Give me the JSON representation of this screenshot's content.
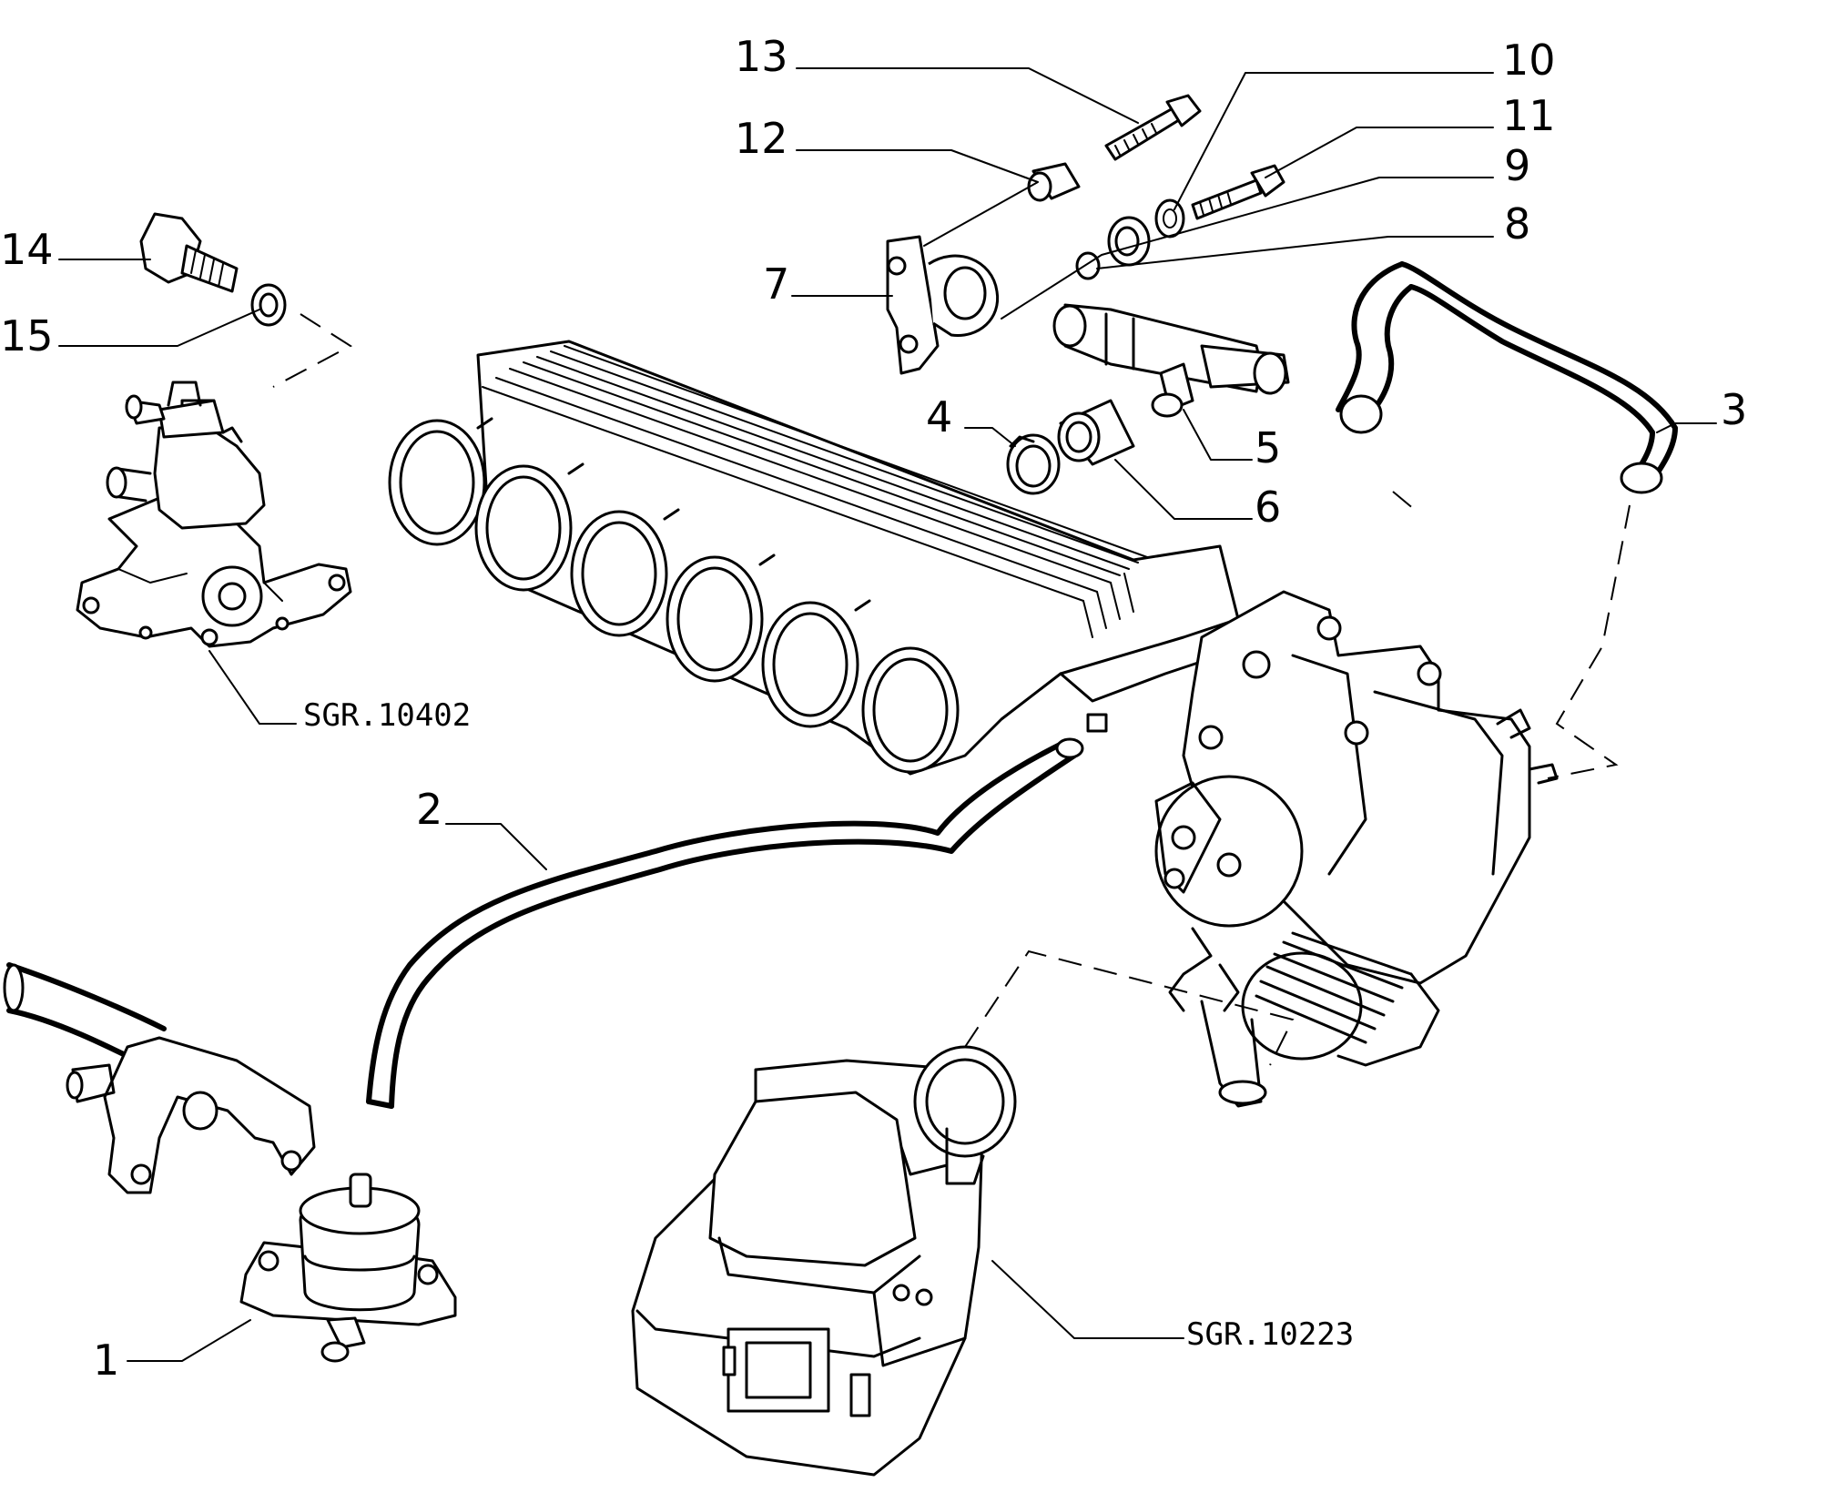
{
  "callouts": {
    "c1": "1",
    "c2": "2",
    "c3": "3",
    "c4": "4",
    "c5": "5",
    "c6": "6",
    "c7": "7",
    "c8": "8",
    "c9": "9",
    "c10": "10",
    "c11": "11",
    "c12": "12",
    "c13": "13",
    "c14": "14",
    "c15": "15"
  },
  "references": {
    "water_pump_group": "SGR.10402",
    "air_flow_meter_group": "SGR.10223"
  }
}
